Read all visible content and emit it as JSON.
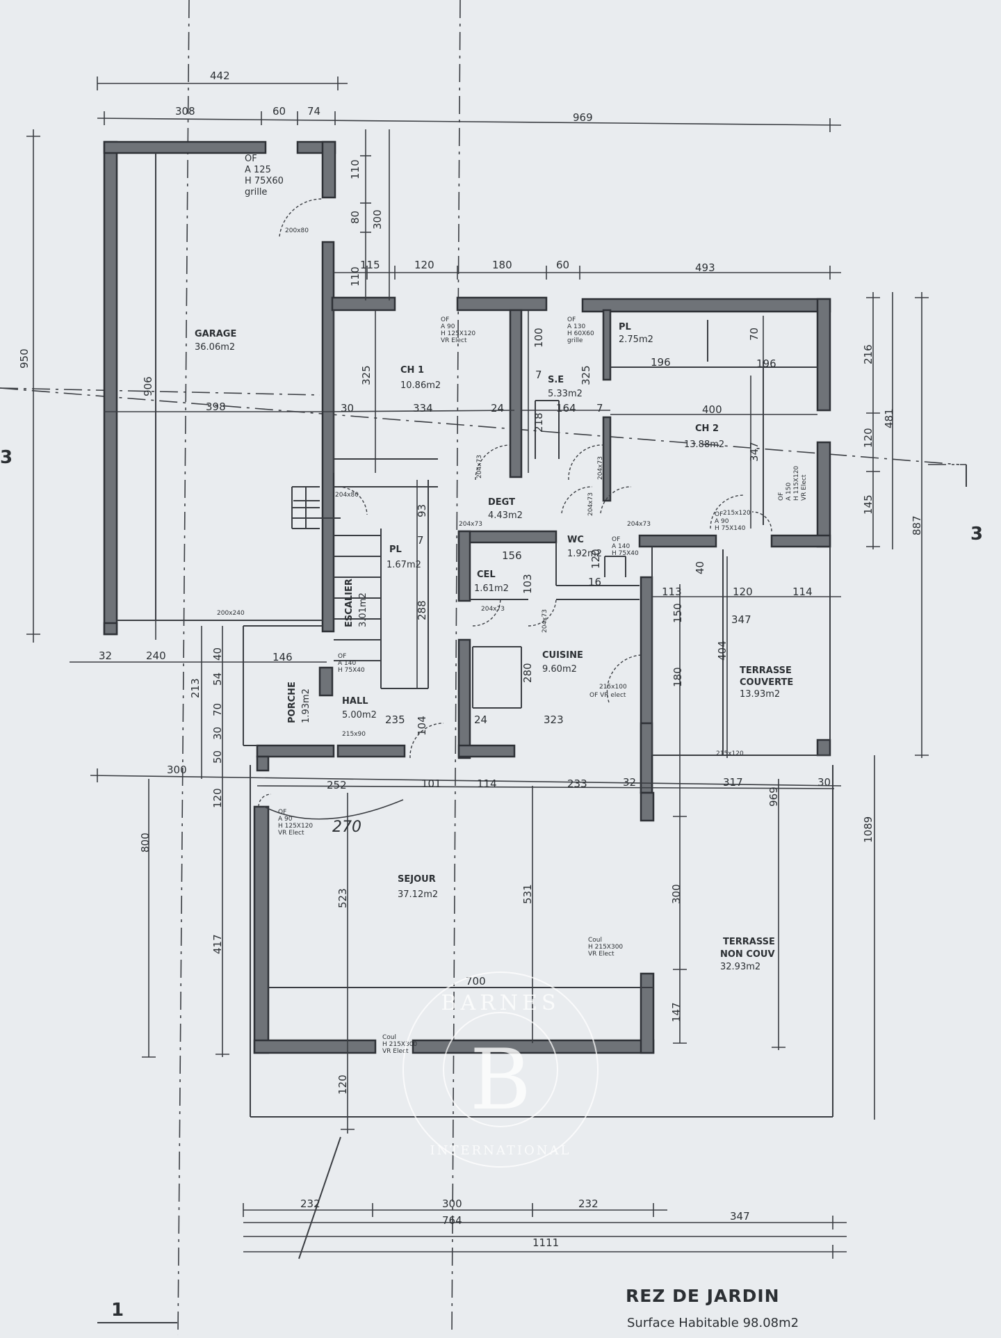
{
  "plan": {
    "title": "REZ DE JARDIN",
    "surface": "Surface Habitable 98.08m2",
    "handwritten_note": "270",
    "section_marks": [
      "3",
      "3",
      "1"
    ]
  },
  "rooms": {
    "garage": {
      "name": "GARAGE",
      "area": "36.06m2"
    },
    "ch1": {
      "name": "CH 1",
      "area": "10.86m2"
    },
    "se": {
      "name": "S.E",
      "area": "5.33m2"
    },
    "pl_top": {
      "name": "PL",
      "area": "2.75m2"
    },
    "ch2": {
      "name": "CH 2",
      "area": "13.88m2"
    },
    "degt": {
      "name": "DEGT",
      "area": "4.43m2"
    },
    "pl_stair": {
      "name": "PL",
      "area": "1.67m2"
    },
    "wc": {
      "name": "WC",
      "area": "1.92m2"
    },
    "cel": {
      "name": "CEL",
      "area": "1.61m2"
    },
    "escalier": {
      "name": "ESCALIER",
      "area": "3.01m2"
    },
    "cuisine": {
      "name": "CUISINE",
      "area": "9.60m2"
    },
    "terrasse_couverte": {
      "name": "TERRASSE",
      "name2": "COUVERTE",
      "area": "13.93m2"
    },
    "porche": {
      "name": "PORCHE",
      "area": "1.93m2"
    },
    "hall": {
      "name": "HALL",
      "area": "5.00m2"
    },
    "sejour": {
      "name": "SEJOUR",
      "area": "37.12m2"
    },
    "terrasse_non": {
      "name": "TERRASSE",
      "name2": "NON COUV",
      "area": "32.93m2"
    }
  },
  "openings": {
    "garage_window": [
      "OF",
      "A 125",
      "H 75X60",
      "grille"
    ],
    "ch1_window": [
      "OF",
      "A 90",
      "H 125X120",
      "VR Elect"
    ],
    "se_window": [
      "OF",
      "A 130",
      "H 60X60",
      "grille"
    ],
    "ch2_window": [
      "OF",
      "A 150",
      "H 115X120",
      "VR Elect"
    ],
    "ch2_door": [
      "OF",
      "A 90",
      "H 75X140"
    ],
    "sejour_window": [
      "OF",
      "A 90",
      "H 125X120",
      "VR Elect"
    ],
    "cuisine_window": [
      "215x100",
      "OF VR elect"
    ],
    "sejour_door": [
      "Coul",
      "H 215X300",
      "VR Elect"
    ],
    "sejour_door_bottom": [
      "Coul",
      "H 215X300",
      "VR Elect"
    ],
    "stair_window": [
      "OF",
      "A 140",
      "H 75X40"
    ],
    "wc_window": [
      "OF",
      "A 140",
      "H 75X40"
    ],
    "door_labels": [
      "200x80",
      "204x73",
      "204x73",
      "204x73",
      "204x73",
      "204x73",
      "215x120",
      "204x80",
      "200x240",
      "215x90",
      "204x73",
      "204x73",
      "215x120"
    ]
  },
  "dimensions": {
    "top": [
      "442",
      "308",
      "60",
      "74",
      "969"
    ],
    "row2": [
      "115",
      "120",
      "180",
      "60",
      "493"
    ],
    "vertical_left": [
      "110",
      "80",
      "300",
      "110"
    ],
    "left": [
      "950",
      "906",
      "398",
      "30",
      "334",
      "24"
    ],
    "interior": [
      "325",
      "325",
      "100",
      "7",
      "218",
      "164",
      "7",
      "400",
      "196",
      "196",
      "70",
      "347",
      "93",
      "7",
      "288",
      "156",
      "103",
      "120",
      "16",
      "40",
      "113",
      "120",
      "114",
      "347",
      "150",
      "404",
      "180",
      "280",
      "323",
      "24",
      "235",
      "104"
    ],
    "right": [
      "216",
      "481",
      "120",
      "887",
      "145",
      "1089",
      "969"
    ],
    "porch": [
      "32",
      "240",
      "40",
      "146",
      "213",
      "54",
      "70",
      "30",
      "50"
    ],
    "middle": [
      "300",
      "252",
      "101",
      "114",
      "233",
      "32",
      "317",
      "30"
    ],
    "left_lower": [
      "120",
      "800",
      "417",
      "523",
      "531",
      "700",
      "300",
      "147",
      "120"
    ],
    "bottom": [
      "232",
      "300",
      "232",
      "347",
      "764",
      "1111"
    ]
  },
  "watermark": {
    "top": "BARNES",
    "letter": "B",
    "bottom": "INTERNATIONAL"
  },
  "colors": {
    "paper": "#e9ecef",
    "wall": "#6f7378",
    "line": "#3a3d42",
    "ink": "#2b2f33"
  }
}
